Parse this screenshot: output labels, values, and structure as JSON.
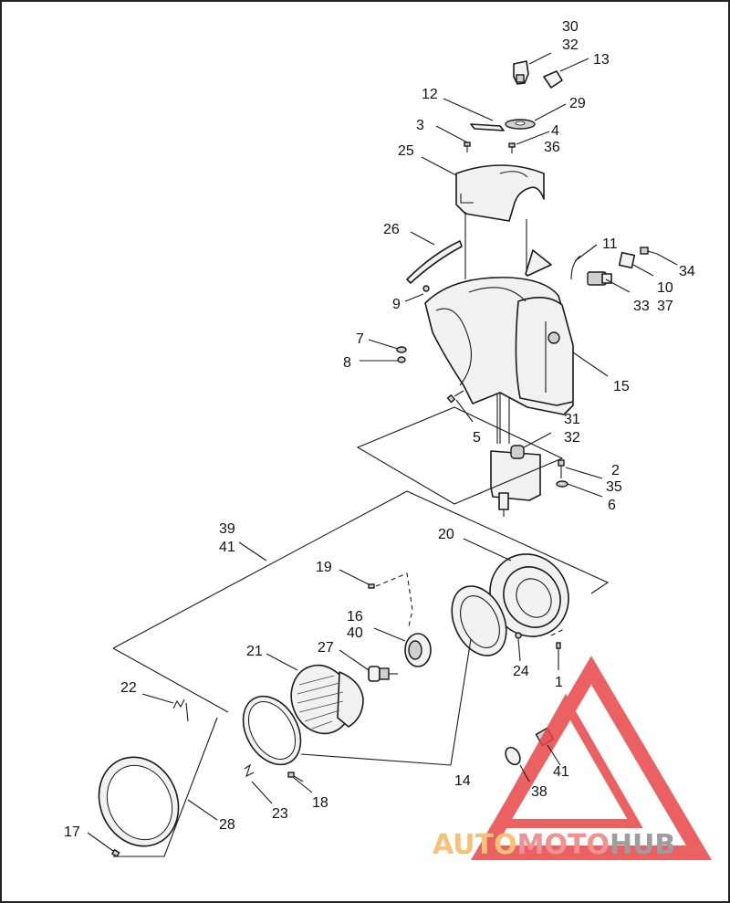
{
  "diagram": {
    "callouts": [
      {
        "id": "c30",
        "text": "30"
      },
      {
        "id": "c32a",
        "text": "32"
      },
      {
        "id": "c13",
        "text": "13"
      },
      {
        "id": "c12",
        "text": "12"
      },
      {
        "id": "c29",
        "text": "29"
      },
      {
        "id": "c3",
        "text": "3"
      },
      {
        "id": "c4",
        "text": "4"
      },
      {
        "id": "c36",
        "text": "36"
      },
      {
        "id": "c25",
        "text": "25"
      },
      {
        "id": "c26",
        "text": "26"
      },
      {
        "id": "c11",
        "text": "11"
      },
      {
        "id": "c34",
        "text": "34"
      },
      {
        "id": "c10",
        "text": "10"
      },
      {
        "id": "c37",
        "text": "37"
      },
      {
        "id": "c33",
        "text": "33"
      },
      {
        "id": "c9",
        "text": "9"
      },
      {
        "id": "c7",
        "text": "7"
      },
      {
        "id": "c8",
        "text": "8"
      },
      {
        "id": "c15",
        "text": "15"
      },
      {
        "id": "c5",
        "text": "5"
      },
      {
        "id": "c31",
        "text": "31"
      },
      {
        "id": "c32b",
        "text": "32"
      },
      {
        "id": "c2",
        "text": "2"
      },
      {
        "id": "c35",
        "text": "35"
      },
      {
        "id": "c6",
        "text": "6"
      },
      {
        "id": "c39",
        "text": "39"
      },
      {
        "id": "c41a",
        "text": "41"
      },
      {
        "id": "c20",
        "text": "20"
      },
      {
        "id": "c19",
        "text": "19"
      },
      {
        "id": "c16",
        "text": "16"
      },
      {
        "id": "c40",
        "text": "40"
      },
      {
        "id": "c21",
        "text": "21"
      },
      {
        "id": "c27",
        "text": "27"
      },
      {
        "id": "c24",
        "text": "24"
      },
      {
        "id": "c1",
        "text": "1"
      },
      {
        "id": "c22",
        "text": "22"
      },
      {
        "id": "c14",
        "text": "14"
      },
      {
        "id": "c41b",
        "text": "41"
      },
      {
        "id": "c38",
        "text": "38"
      },
      {
        "id": "c23",
        "text": "23"
      },
      {
        "id": "c18",
        "text": "18"
      },
      {
        "id": "c28",
        "text": "28"
      },
      {
        "id": "c17",
        "text": "17"
      }
    ]
  },
  "watermark": {
    "part1": "AUTO",
    "part2": "MOTO",
    "part3": "HUB",
    "colors": {
      "auto": "#f4b860",
      "moto": "#ef8080",
      "hub": "#8c8c8c",
      "triangle": "#e84545"
    }
  }
}
